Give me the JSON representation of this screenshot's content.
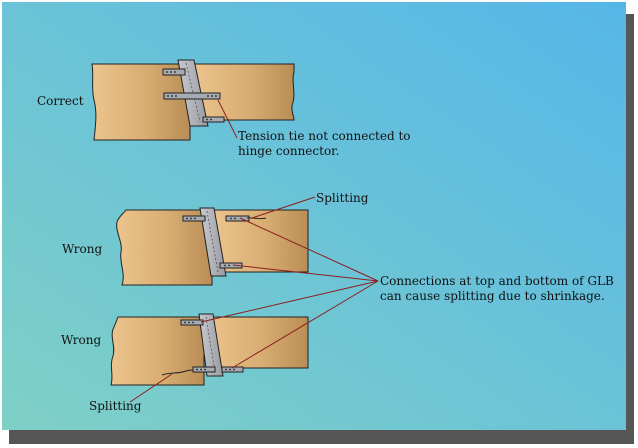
{
  "labels": {
    "correct": "Correct",
    "wrong_1": "Wrong",
    "wrong_2": "Wrong",
    "splitting_top": "Splitting",
    "splitting_bottom": "Splitting",
    "tension_tie_line1": "Tension tie not connected to",
    "tension_tie_line2": "hinge connector.",
    "connections_line1": "Connections at top and bottom of GLB",
    "connections_line2": "can cause splitting due to shrinkage."
  },
  "colors": {
    "background_start": "#7fd0c6",
    "background_end": "#56b6e8",
    "beam_light": "#ecc48e",
    "beam_dark": "#b98d55",
    "hanger": "#a9aab0",
    "strap": "#a8aab2",
    "leader_line": "#8b2020",
    "shadow": "#555555"
  }
}
